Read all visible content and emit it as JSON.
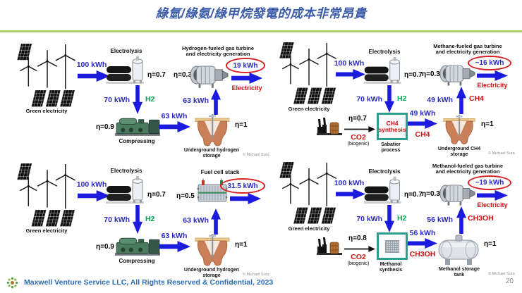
{
  "slide": {
    "title": "綠氫/綠氨/綠甲烷發電的成本非常昂貴",
    "footer_text": "Maxwell Venture Service LLC, All Rights Reserved & Confidential, 2023",
    "page_number": "20"
  },
  "colors": {
    "title_blue": "#3b5ba9",
    "divider_green": "#aacd72",
    "arrow_blue": "#1b1bdf",
    "kwh_blue": "#2b2bc4",
    "alert_red": "#cc1111",
    "h2_green": "#00a550",
    "synthesis_teal": "#2f9e8f",
    "footer_blue": "#2b6cb4"
  },
  "quadrants": {
    "tl": {
      "green_label": "Green electricity",
      "input_kwh": "100 kWh",
      "electrolysis_label": "Electrolysis",
      "electrolysis_eta": "η=0.7",
      "h2_kwh": "70 kWh",
      "h2_label": "H2",
      "compress_eta": "η=0.9",
      "compress_label": "Compressing",
      "store_kwh": "63 kWh",
      "storage_eta": "η=1",
      "storage_label_1": "Underground hydrogen",
      "storage_label_2": "storage",
      "up_kwh": "63 kWh",
      "gen_eta": "η=0.3",
      "gen_title_1": "Hydrogen-fueled gas turbine",
      "gen_title_2": "and electricity generation",
      "output_kwh": "19 kWh",
      "electricity_label": "Electricity",
      "credit": "© Michael Sura"
    },
    "tr": {
      "green_label": "Green electricity",
      "input_kwh": "100 kWh",
      "electrolysis_label": "Electrolysis",
      "electrolysis_eta": "η=0.7",
      "h2_kwh": "70 kWh",
      "h2_label": "H2",
      "synthesis_eta": "η=0.7",
      "co2_label": "CO2",
      "co2_sub_label": "(biogenic)",
      "synthesis_box_1": "CH4",
      "synthesis_box_2": "synthesis",
      "process_label_1": "Sabatier",
      "process_label_2": "process",
      "store_kwh": "49 kWh",
      "store_carrier": "CH4",
      "storage_eta": "η=1",
      "storage_label_1": "Underground CH4",
      "storage_label_2": "storage",
      "up_kwh": "49 kWh",
      "up_carrier": "CH4",
      "gen_eta": "η=0.3",
      "gen_title_1": "Methane-fueled gas turbine",
      "gen_title_2": "and electricity generation",
      "output_kwh": "~16 kWh",
      "electricity_label": "Electricity",
      "credit": "© Michael Sura"
    },
    "bl": {
      "green_label": "Green electricity",
      "input_kwh": "100 kWh",
      "electrolysis_label": "Electrolysis",
      "electrolysis_eta": "η=0.7",
      "h2_kwh": "70 kWh",
      "h2_label": "H2",
      "compress_eta": "η=0.9",
      "compress_label": "Compressing",
      "store_kwh": "63 kWh",
      "storage_eta": "η=1",
      "storage_label_1": "Underground hydrogen",
      "storage_label_2": "storage",
      "up_kwh": "63 kWh",
      "gen_eta": "η=0.5",
      "gen_title_1": "Fuel cell stack",
      "output_kwh": "31.5 kWh",
      "credit": "© Michael Sura"
    },
    "br": {
      "green_label": "Green electricity",
      "input_kwh": "100 kWh",
      "electrolysis_label": "Electrolysis",
      "electrolysis_eta": "η=0.7",
      "h2_kwh": "70 kWh",
      "h2_label": "H2",
      "synthesis_eta": "η=0.8",
      "co2_label": "CO2",
      "co2_sub_label": "(biogenic)",
      "process_label_1": "Methanol",
      "process_label_2": "synthesis",
      "store_kwh": "56 kWh",
      "store_carrier": "CH3OH",
      "storage_eta": "η=1",
      "storage_label_1": "Methanol storage",
      "storage_label_2": "tank",
      "up_kwh": "56 kWh",
      "up_carrier": "CH3OH",
      "gen_eta": "η=0.3",
      "gen_title_1": "Methanol-fueled gas turbine",
      "gen_title_2": "and electricity generation",
      "output_kwh": "~19 kWh",
      "electricity_label": "Electricity",
      "credit": "© Michael Sura"
    }
  }
}
